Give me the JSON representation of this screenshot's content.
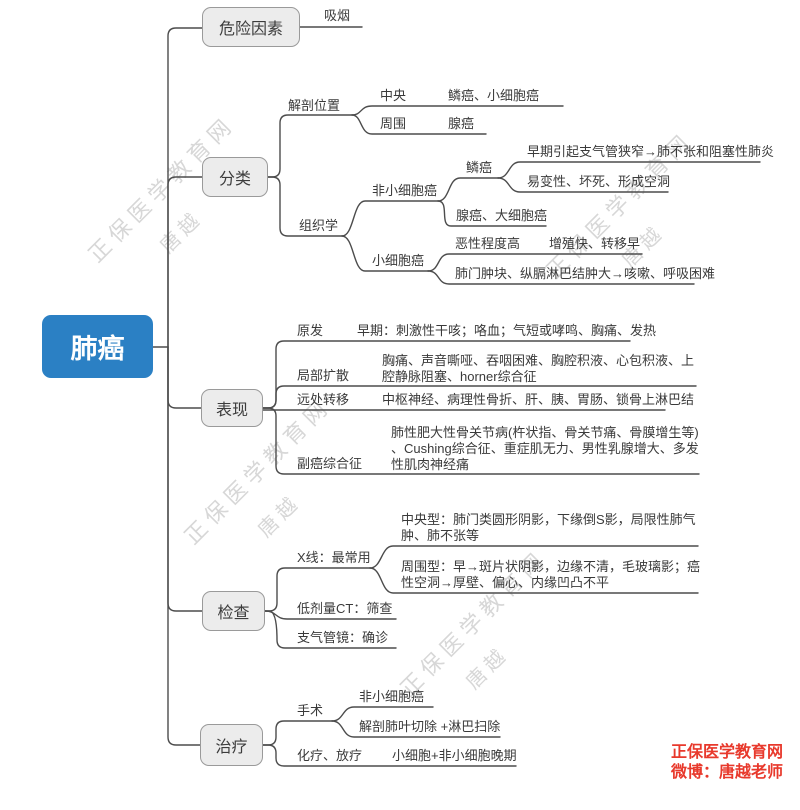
{
  "nodes": {
    "root": "肺癌",
    "risk": "危险因素",
    "smoking": "吸烟",
    "classify": "分类",
    "anatomy": "解剖位置",
    "central": "中央",
    "central_types": "鳞癌、小细胞癌",
    "peripheral": "周围",
    "peripheral_types": "腺癌",
    "histology": "组织学",
    "nsclc": "非小细胞癌",
    "squamous": "鳞癌",
    "squamous_f1": "早期引起支气管狭窄→肺不张和阻塞性肺炎",
    "squamous_f2": "易变性、坏死、形成空洞",
    "adeno_large": "腺癌、大细胞癌",
    "sclc": "小细胞癌",
    "sclc_grade": "恶性程度高",
    "sclc_growth": "增殖快、转移早",
    "sclc_mass": "肺门肿块、纵膈淋巴结肿大→咳嗽、呼吸困难",
    "manifest": "表现",
    "primary": "原发",
    "primary_d": "早期：刺激性干咳；咯血；气短或哮鸣、胸痛、发热",
    "local": "局部扩散",
    "local_d": "胸痛、声音嘶哑、吞咽困难、胸腔积液、心包积液、上腔静脉阻塞、horner综合征",
    "metastasis": "远处转移",
    "metastasis_d": "中枢神经、病理性骨折、肝、胰、胃肠、锁骨上淋巴结",
    "paraneo": "副癌综合征",
    "paraneo_d": "肺性肥大性骨关节病(杵状指、骨关节痛、骨膜增生等) 、Cushing综合征、重症肌无力、男性乳腺增大、多发性肌肉神经痛",
    "exam": "检查",
    "xray": "X线：最常用",
    "xray_central": "中央型：肺门类圆形阴影，下缘倒S影，局限性肺气肿、肺不张等",
    "xray_peripheral": "周围型：早→斑片状阴影，边缘不清，毛玻璃影；癌性空洞→厚壁、偏心、内缘凹凸不平",
    "ct": "低剂量CT：筛查",
    "bronchoscope": "支气管镜：确诊",
    "treat": "治疗",
    "surgery": "手术",
    "surgery_for": "非小细胞癌",
    "surgery_method": "解剖肺叶切除 +淋巴扫除",
    "chemo": "化疗、放疗",
    "chemo_for": "小细胞+非小细胞晚期"
  },
  "watermark": {
    "brand": "正保医学教育网",
    "author": "唐越"
  },
  "footer": {
    "line1": "正保医学教育网",
    "line2": "微博：唐越老师"
  },
  "colors": {
    "root_bg": "#2b80c4",
    "branch_bg": "#ececec",
    "line": "#4c4c4c",
    "footer_red": "#e8392c"
  }
}
